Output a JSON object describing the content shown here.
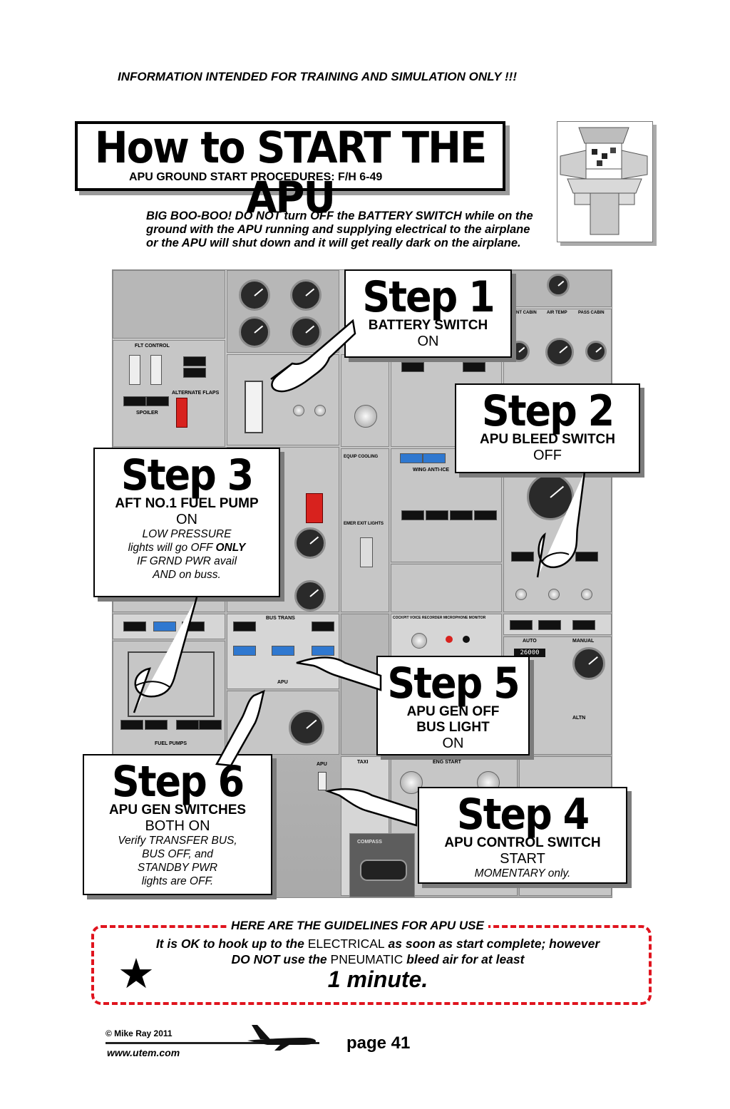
{
  "header": {
    "disclaimer": "INFORMATION INTENDED FOR TRAINING AND SIMULATION ONLY !!!",
    "title": "How to START THE APU",
    "subtitle": "APU GROUND START PROCEDURES:  F/H 6-49"
  },
  "warning": {
    "line1": "BIG BOO-BOO!  DO NOT turn OFF the BATTERY SWITCH while on the",
    "line2": "ground with the APU running and supplying electrical to the airplane",
    "line3": "or the APU will shut down and it will get really dark on the airplane."
  },
  "steps": [
    {
      "head": "Step 1",
      "name": "BATTERY SWITCH",
      "action": "ON"
    },
    {
      "head": "Step 2",
      "name": "APU BLEED SWITCH",
      "action": "OFF"
    },
    {
      "head": "Step 3",
      "name": "AFT NO.1 FUEL PUMP",
      "action": "ON",
      "note1": "LOW PRESSURE",
      "note2a": "lights will go OFF ",
      "note2b": "ONLY",
      "note3": "IF GRND PWR avail",
      "note4": "AND on buss."
    },
    {
      "head": "Step 4",
      "name": "APU CONTROL SWITCH",
      "action": "START",
      "note1": "MOMENTARY only."
    },
    {
      "head": "Step 5",
      "name1": "APU GEN OFF",
      "name2": "BUS LIGHT",
      "action": "ON"
    },
    {
      "head": "Step 6",
      "name": "APU GEN SWITCHES",
      "action": "BOTH ON",
      "note1": "Verify TRANSFER BUS,",
      "note2": "BUS OFF, and",
      "note3": "STANDBY PWR",
      "note4": "lights are OFF."
    }
  ],
  "panel_labels": {
    "flt_control": "FLT CONTROL",
    "alternate_flaps": "ALTERNATE FLAPS",
    "spoiler": "SPOILER",
    "equip_cooling": "EQUIP COOLING",
    "emer_exit_lights": "EMER EXIT LIGHTS",
    "wing_anti_ice": "WING ANTI-ICE",
    "bus_trans": "BUS TRANS",
    "apu": "APU",
    "taxi": "TAXI",
    "eng_start": "ENG START",
    "compass": "COMPASS",
    "cockpit_voice": "COCKPIT VOICE RECORDER MICROPHONE MONITOR",
    "cont_cabin": "CONT CABIN",
    "air_temp": "AIR TEMP",
    "pass_cabin": "PASS CABIN",
    "auto": "AUTO",
    "manual": "MANUAL",
    "fuel_pumps": "FUEL PUMPS",
    "altn": "ALTN",
    "readout": "26000"
  },
  "guidelines": {
    "title": "HERE ARE THE GUIDELINES FOR APU USE",
    "line1a": "It is OK to hook up to the ",
    "line1b": "ELECTRICAL",
    "line1c": " as soon as start complete; however",
    "line2a": "DO NOT use the ",
    "line2b": "PNEUMATIC",
    "line2c": " bleed air for at least",
    "big": "1 minute.",
    "star": "★"
  },
  "footer": {
    "copyright": "© Mike Ray 2011",
    "url": "www.utem.com",
    "page": "page 41"
  },
  "colors": {
    "dashed_border": "#e0141e",
    "panel_gray": "#c6c6c6",
    "lamp_blue": "#2f78d0"
  }
}
